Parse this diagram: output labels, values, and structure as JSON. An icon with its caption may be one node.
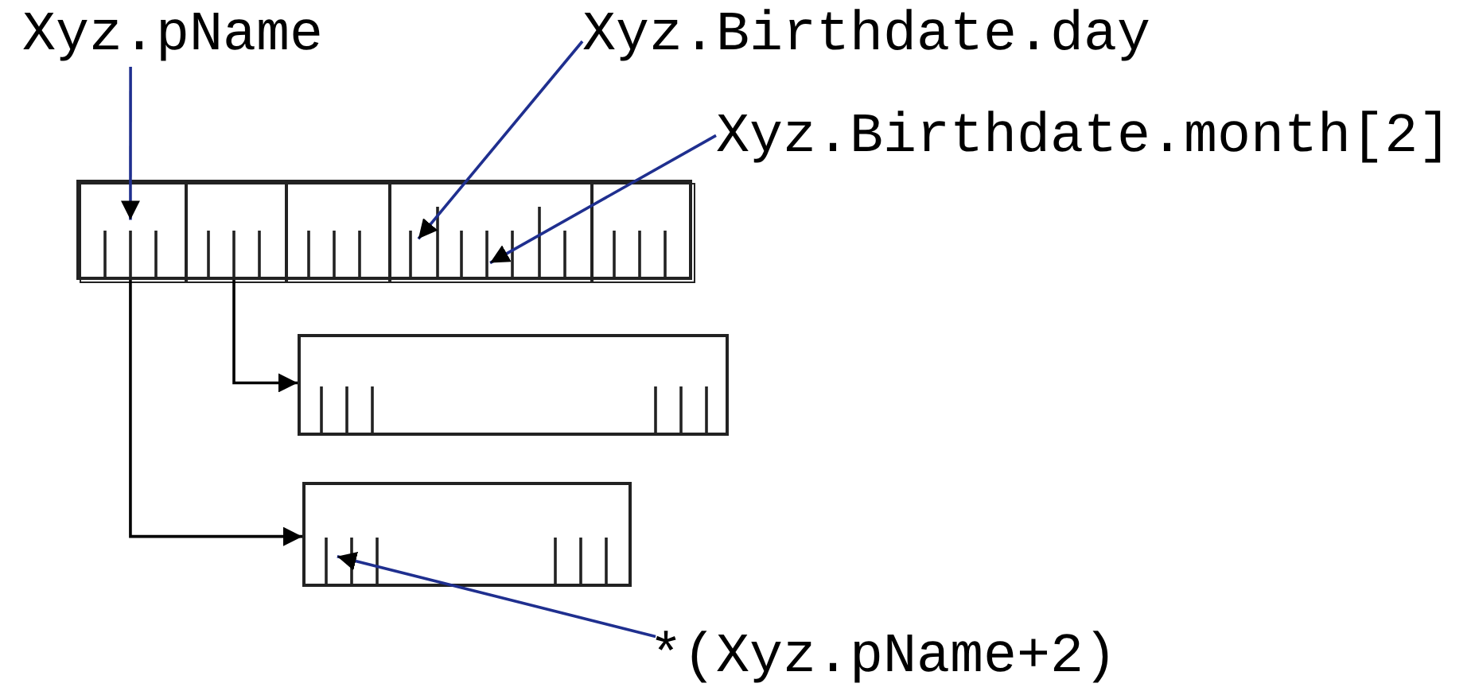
{
  "diagram": {
    "nodes": [
      {
        "text": [
          "Xyz.pName"
        ]
      },
      {
        "text": [
          "Xyz.Birthdate.day"
        ]
      },
      {
        "text": [
          "Xyz.Birthdate.month[2]"
        ]
      },
      {
        "text": [],
        "shape": "box"
      },
      {
        "text": [],
        "shape": "box",
        "in": 3
      },
      {
        "text": [],
        "shape": "box",
        "in": 3
      },
      {
        "text": [],
        "shape": "box",
        "in": 3
      },
      {
        "text": [],
        "shape": "box",
        "in": 3
      },
      {
        "text": [],
        "shape": "box",
        "in": 3
      },
      {
        "text": [],
        "shape": "box"
      },
      {
        "text": [],
        "shape": "box"
      },
      {
        "text": [
          "*(Xyz.pName+2)"
        ]
      }
    ],
    "edges": [
      {
        "from": 0,
        "to": 4,
        "arrow": "to"
      },
      {
        "from": 1,
        "to": 7,
        "arrow": "to"
      },
      {
        "from": 2,
        "to": 7,
        "arrow": "to"
      },
      {
        "from": 5,
        "to": 9,
        "arrow": "to",
        "color": "#000000"
      },
      {
        "from": 4,
        "to": 10,
        "arrow": "to",
        "color": "#000000"
      },
      {
        "from": 11,
        "to": 10,
        "arrow": "to"
      }
    ]
  }
}
